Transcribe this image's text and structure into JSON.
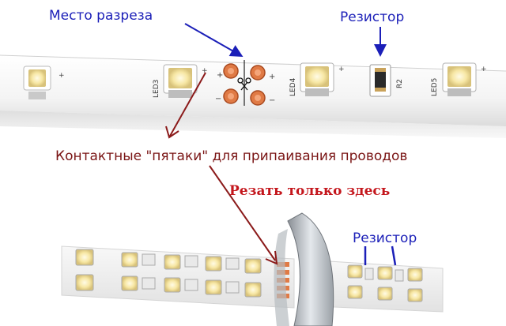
{
  "labels": {
    "cut_place": "Место разреза",
    "resistor_top": "Резистор",
    "contacts": "Контактные \"пятаки\" для припаивания проводов",
    "cut_only_here": "Резать только здесь",
    "resistor_bottom": "Резистор"
  },
  "strip_top": {
    "led_labels": [
      "LED3",
      "LED4",
      "LED5"
    ],
    "resistor_label": "R2",
    "pad_signs": [
      "+",
      "−"
    ]
  },
  "colors": {
    "annotation_blue": "#1b1fb8",
    "annotation_dark_red": "#7a1515",
    "annotation_red": "#c4161c",
    "solder_pad": "#e07a45",
    "led_yellow": "#f7e7a4"
  }
}
